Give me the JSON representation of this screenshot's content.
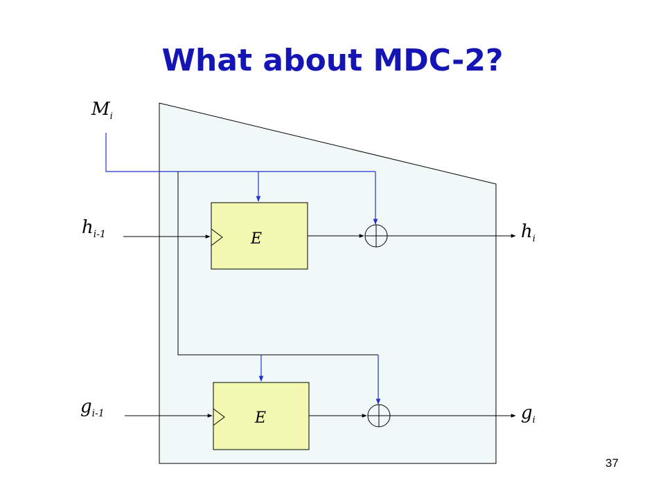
{
  "slide": {
    "title": "What about MDC-2?",
    "page_number": "37"
  },
  "diagram": {
    "input_message": {
      "base": "M",
      "sub": "i"
    },
    "input_h": {
      "base": "h",
      "sub": "i-1"
    },
    "input_g": {
      "base": "g",
      "sub": "i-1"
    },
    "output_h": {
      "base": "h",
      "sub": "i"
    },
    "output_g": {
      "base": "g",
      "sub": "i"
    },
    "cipher_top_label": "E",
    "cipher_bottom_label": "E"
  },
  "colors": {
    "title": "#1515b5",
    "wire_blue": "#2233cc",
    "cipher_fill": "#f2f8b0",
    "background_panel": "#f1f8f8"
  }
}
